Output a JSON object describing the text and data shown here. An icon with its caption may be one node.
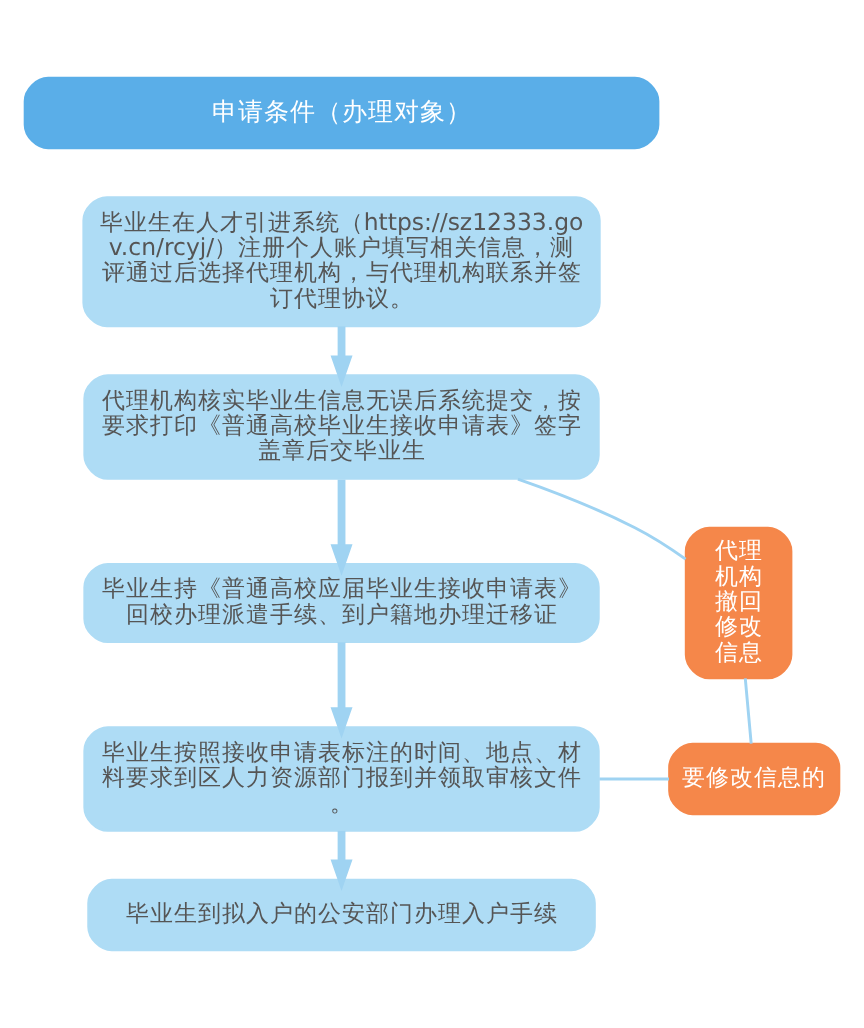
{
  "diagram": {
    "nodes": [
      {
        "text": [
          "申请条件（办理对象）"
        ]
      },
      {
        "text": [
          "毕业生在人才引进系统（https://sz12333.gov.cn/rcyj/）注册个人账户填写相关信息，测评通过后选择代理机构，与代理机构联系并签订代理协议。"
        ]
      },
      {
        "text": [
          "代理机构核实毕业生信息无误后系统提交，按要求打印《普通高校毕业生接收申请表》签字盖章后交毕业生"
        ]
      },
      {
        "text": [
          "毕业生持《普通高校应届毕业生接收申请表》回校办理派遣手续、到户籍地办理迁移证"
        ]
      },
      {
        "text": [
          "毕业生按照接收申请表标注的时间、地点、材料要求到区人力资源部门报到并领取审核文件。"
        ]
      },
      {
        "text": [
          "毕业生到拟入户的公安部门办理入户手续"
        ]
      },
      {
        "text": [
          "代理机构撤回修改信息"
        ]
      },
      {
        "text": [
          "要修改信息的"
        ]
      }
    ],
    "edges": [
      {
        "from": 1,
        "to": 2,
        "arrow": "to"
      },
      {
        "from": 2,
        "to": 3,
        "arrow": "to"
      },
      {
        "from": 3,
        "to": 4,
        "arrow": "to"
      },
      {
        "from": 4,
        "to": 5,
        "arrow": "to"
      },
      {
        "from": 4,
        "to": 7,
        "arrow": "none"
      },
      {
        "from": 7,
        "to": 6,
        "arrow": "none"
      },
      {
        "from": 6,
        "to": 2,
        "arrow": "none"
      }
    ]
  }
}
